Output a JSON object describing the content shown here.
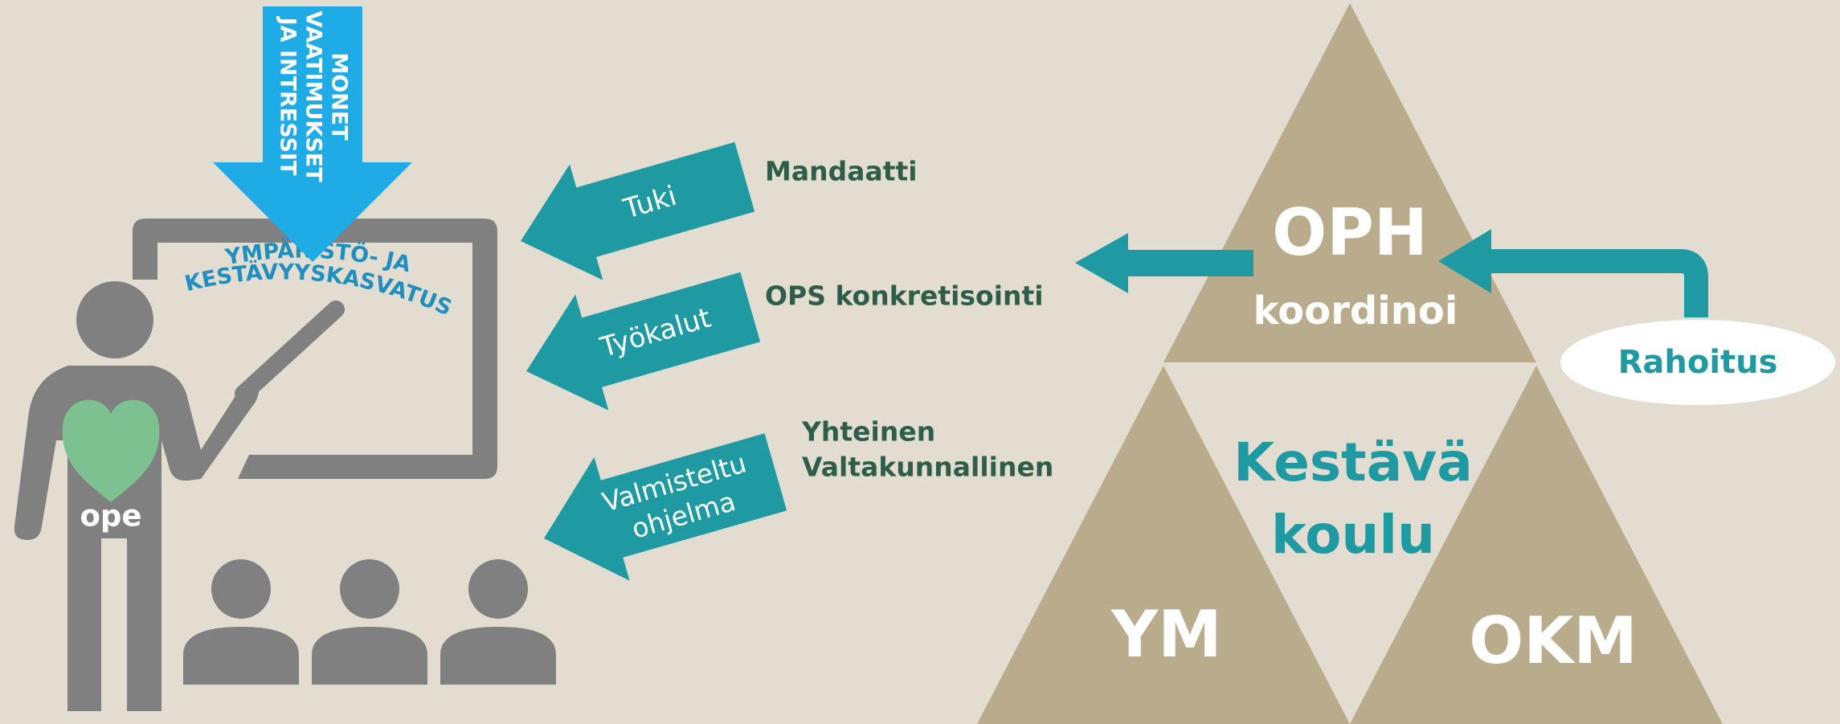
{
  "colors": {
    "background": "#e3ddd1",
    "gray": "#808080",
    "blue": "#1fabe6",
    "teal": "#1f9aa2",
    "dark_green": "#2e5e4a",
    "tan": "#b9ac8c",
    "heart": "#7dc191",
    "white": "#ffffff"
  },
  "top_arrow": {
    "lines": [
      "MONET",
      "VAATIMUKSET",
      "JA INTRESSIT"
    ]
  },
  "board": {
    "title_line1": "YMPÄRISTÖ- JA",
    "title_line2": "KESTÄVYYSKASVATUS"
  },
  "teacher_label": "ope",
  "support_arrows": [
    {
      "label": "Tuki",
      "note_lines": [
        "Mandaatti"
      ]
    },
    {
      "label": "Työkalut",
      "note_lines": [
        "OPS konkretisointi"
      ]
    },
    {
      "label_lines": [
        "Valmisteltu",
        "ohjelma"
      ],
      "note_lines": [
        "Yhteinen",
        "Valtakunnallinen"
      ]
    }
  ],
  "triangles": {
    "top": {
      "title": "OPH",
      "subtitle": "koordinoi"
    },
    "left": {
      "title": "YM"
    },
    "right": {
      "title": "OKM"
    },
    "center_lines": [
      "Kestävä",
      "koulu"
    ]
  },
  "funding": {
    "label": "Rahoitus"
  },
  "icons": [
    "teacher-icon",
    "heart-icon",
    "pointer-stick-icon",
    "student-icon"
  ]
}
